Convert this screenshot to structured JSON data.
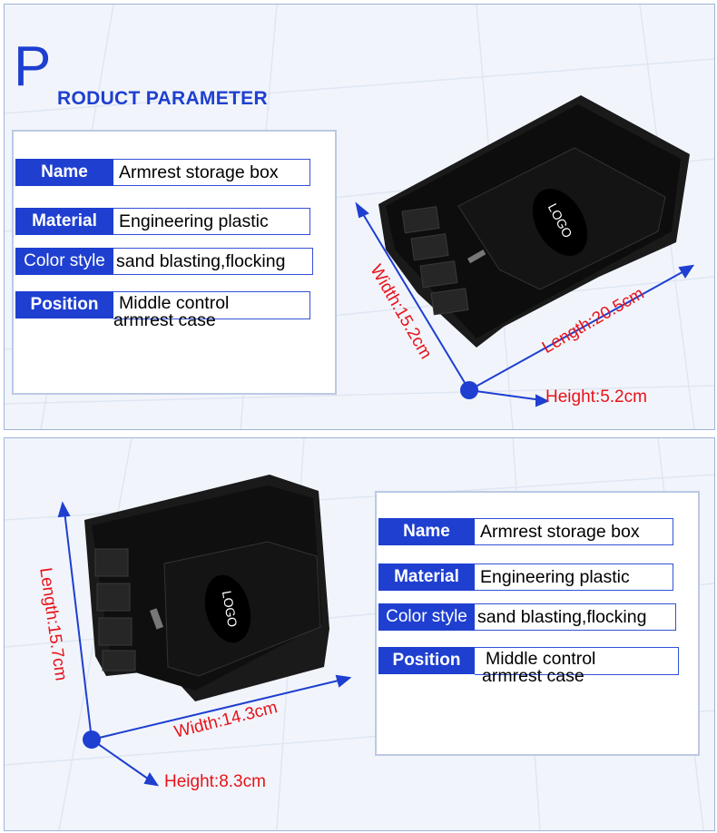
{
  "header": {
    "big_letter": "P",
    "title_rest": "RODUCT PARAMETER"
  },
  "spec_labels": {
    "name": "Name",
    "material": "Material",
    "color_style": "Color style",
    "position": "Position"
  },
  "spec_values": {
    "name": "Armrest storage box",
    "material": "Engineering plastic",
    "color_style": "sand blasting,flocking",
    "position_line1": "Middle control",
    "position_line2": "armrest case"
  },
  "product_logo": "LOGO",
  "panel_top": {
    "width": "Width:15.2cm",
    "length": "Length:20.5cm",
    "height": "Height:5.2cm"
  },
  "panel_bottom": {
    "length": "Length:15.7cm",
    "width": "Width:14.3cm",
    "height": "Height:8.3cm"
  },
  "colors": {
    "accent_blue": "#1e3fd0",
    "dimension_red": "#e8121a",
    "background": "#f1f5fb"
  }
}
